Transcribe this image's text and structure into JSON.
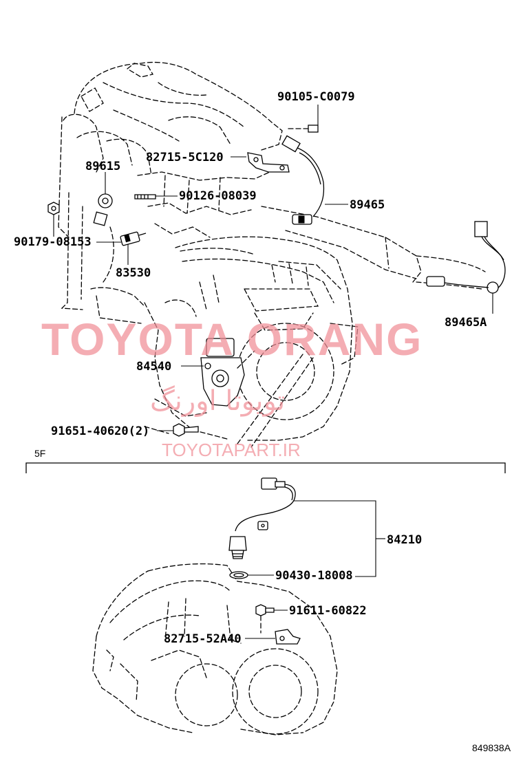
{
  "section_upper": {
    "labels": {
      "p90105": "90105-C0079",
      "p82715_5c120": "82715-5C120",
      "p89615": "89615",
      "p90126": "90126-08039",
      "p89465": "89465",
      "p90179": "90179-08153",
      "p83530": "83530",
      "p89465a": "89465A",
      "p84540": "84540",
      "p91651": "91651-40620(2)"
    }
  },
  "section_lower": {
    "variant_tag": "5F",
    "labels": {
      "p84210": "84210",
      "p90430": "90430-18008",
      "p91611": "91611-60822",
      "p82715_52a40": "82715-52A40"
    }
  },
  "watermark": {
    "main": "TOYOTA ORANG",
    "farsi": "تویوتا اورنگ",
    "url": "TOYOTAPART.IR",
    "color": "#f08e96"
  },
  "figure_code": "849838A"
}
